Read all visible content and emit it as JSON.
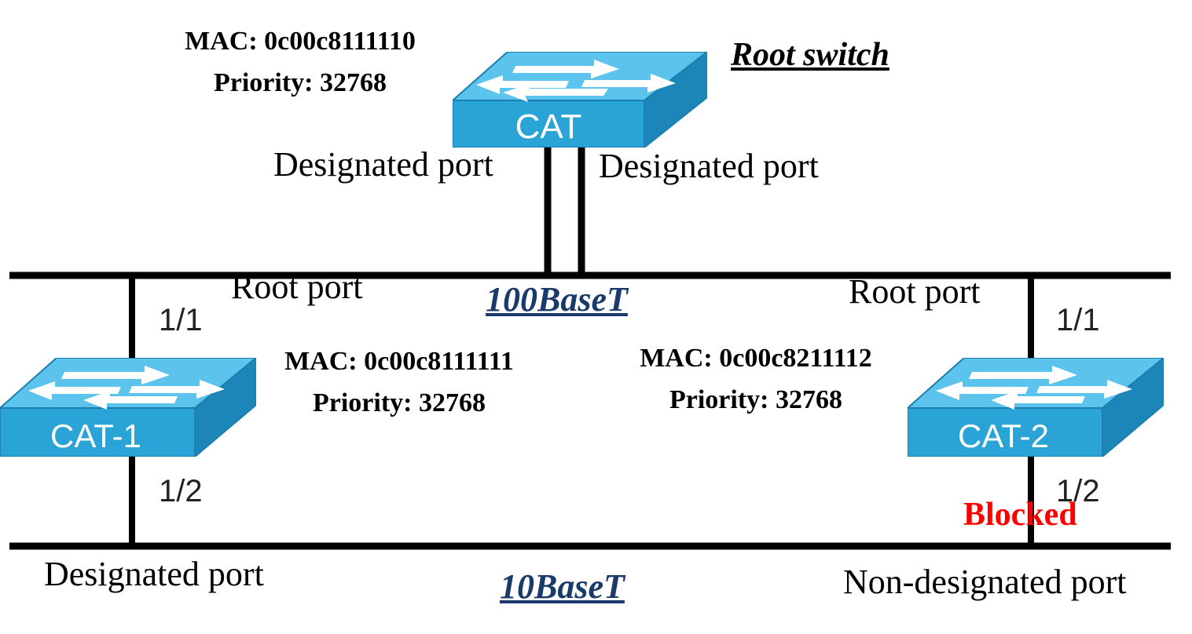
{
  "root_switch": {
    "title": "Root switch",
    "name": "CAT",
    "mac": "MAC: 0c00c8111110",
    "priority": "Priority: 32768",
    "port_left": "Designated port",
    "port_right": "Designated port"
  },
  "cat1": {
    "name": "CAT-1",
    "mac": "MAC: 0c00c8111111",
    "priority": "Priority: 32768",
    "port_1_1": "1/1",
    "port_1_2": "1/2",
    "root_port": "Root port",
    "designated_port": "Designated port"
  },
  "cat2": {
    "name": "CAT-2",
    "mac": "MAC: 0c00c8211112",
    "priority": "Priority: 32768",
    "port_1_1": "1/1",
    "port_1_2": "1/2",
    "root_port": "Root port",
    "blocked": "Blocked",
    "nondesignated_port": "Non-designated port"
  },
  "segments": {
    "fast": "100BaseT",
    "slow": "10BaseT"
  },
  "colors": {
    "switch_top": "#5cc4ec",
    "switch_front": "#2aa3d6",
    "switch_side": "#1d86b8",
    "segment_label": "#1a3a6b",
    "blocked": "#ff0000",
    "wire": "#000000"
  }
}
